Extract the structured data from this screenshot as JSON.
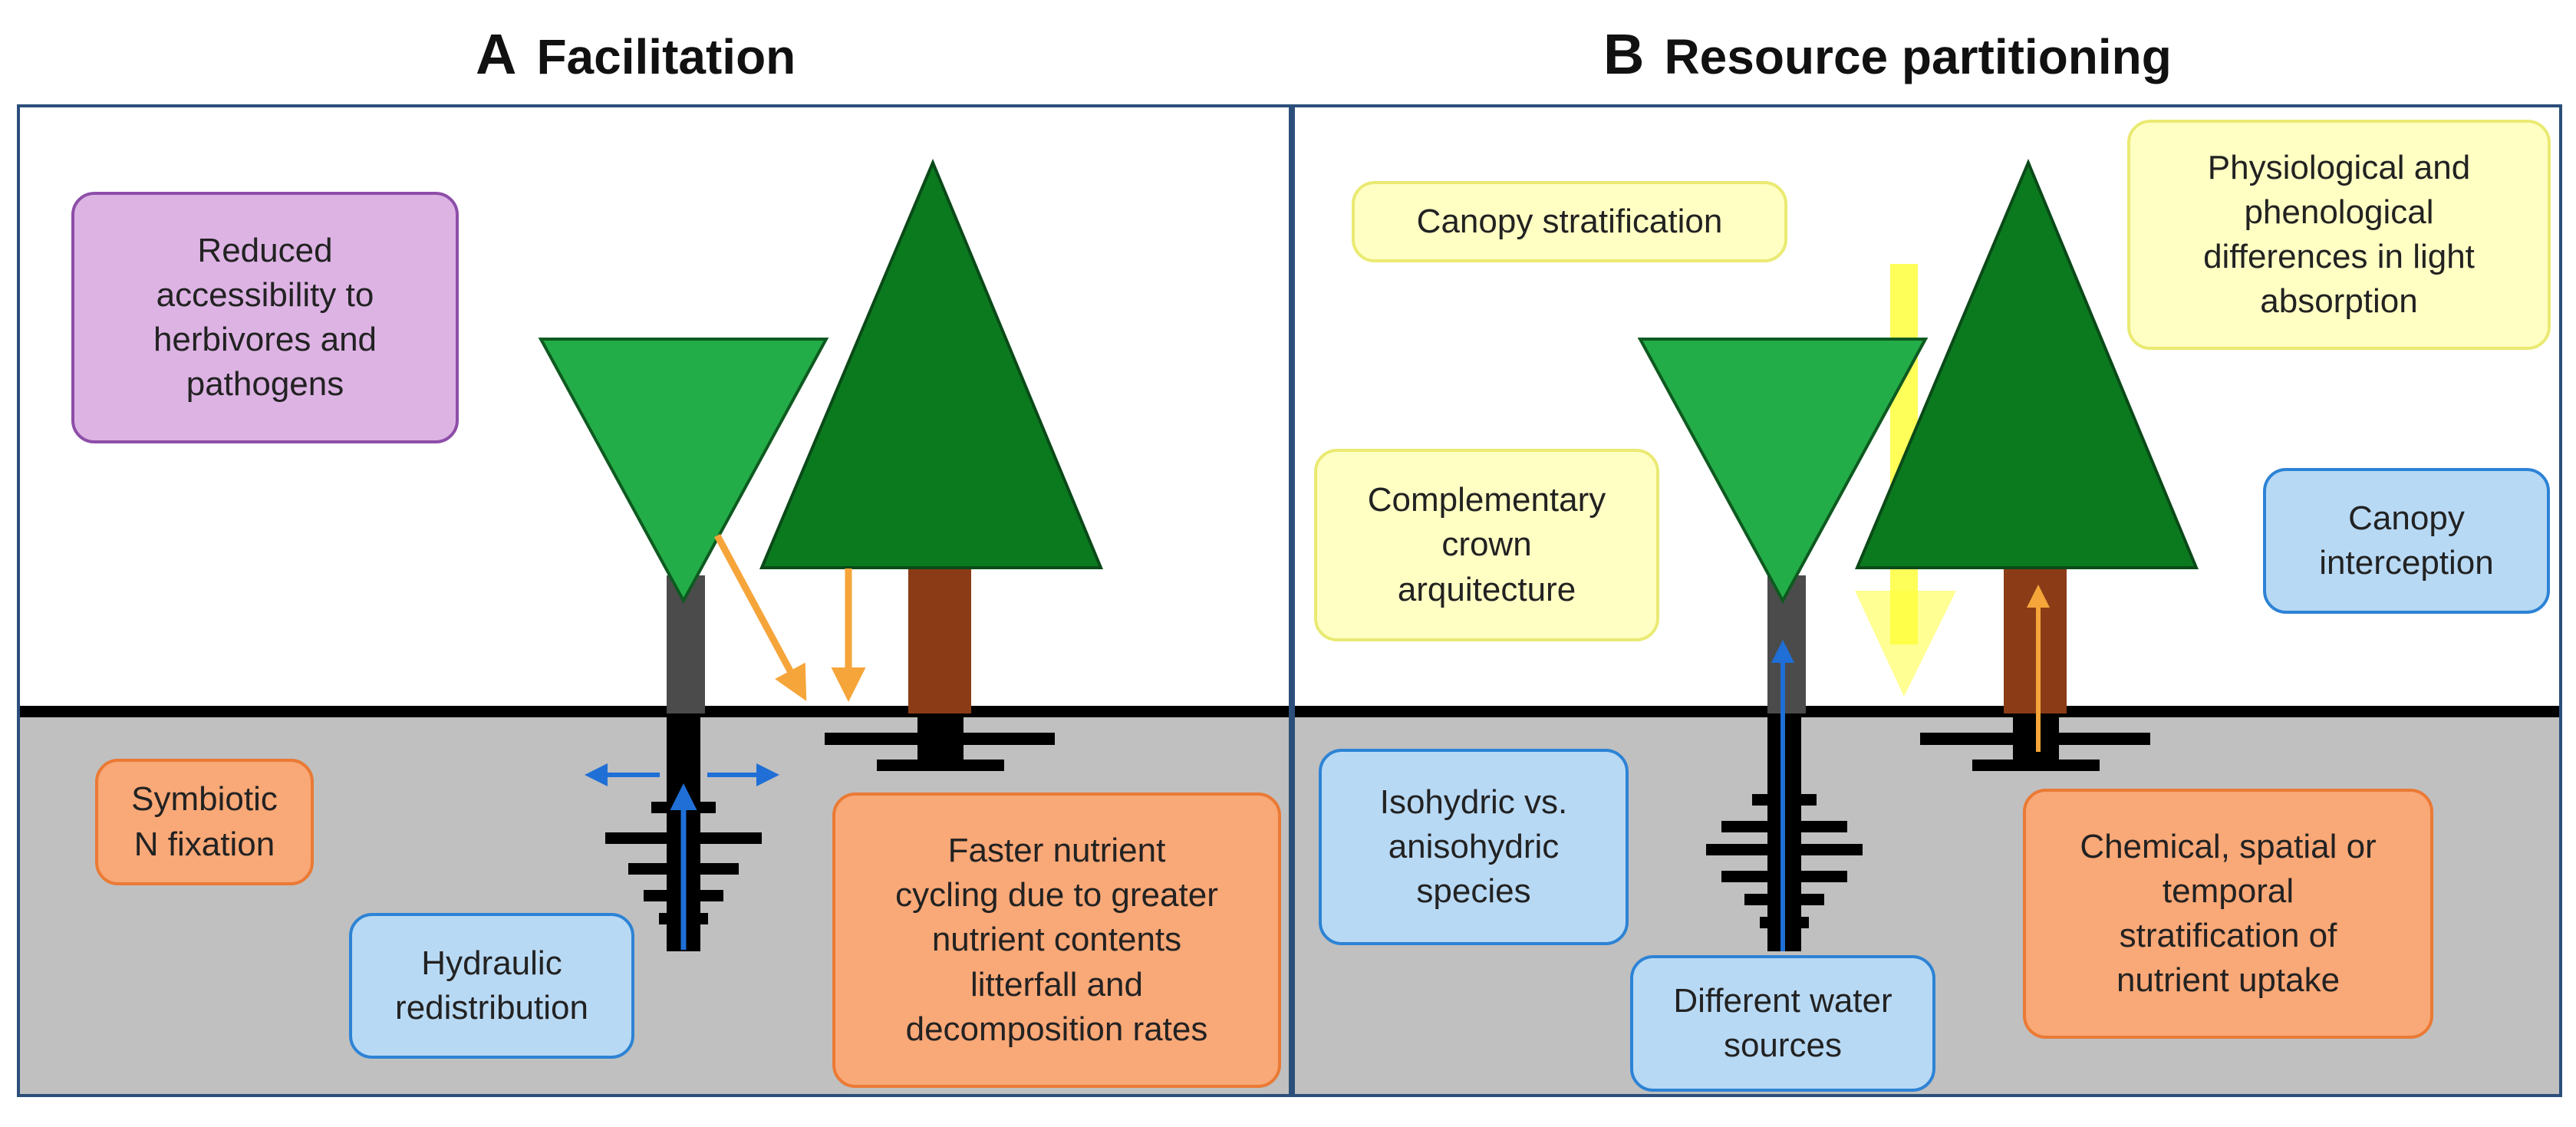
{
  "panels": {
    "a": {
      "letter": "A",
      "title": "Facilitation"
    },
    "b": {
      "letter": "B",
      "title": "Resource partitioning"
    }
  },
  "labels": {
    "reduced_access": "Reduced\naccessibility to\nherbivores and\npathogens",
    "symbiotic": "Symbiotic\nN fixation",
    "hydraulic": "Hydraulic\nredistribution",
    "faster_nutrient": "Faster nutrient\ncycling due to greater\nnutrient contents\nlitterfall and\ndecomposition rates",
    "canopy_strat": "Canopy stratification",
    "physio": "Physiological and\nphenological\ndifferences in light\nabsorption",
    "complementary": "Complementary\ncrown\narquitecture",
    "canopy_intercept": "Canopy\ninterception",
    "isohydric": "Isohydric vs.\nanisohydric\nspecies",
    "water_sources": "Different water\nsources",
    "chemical": "Chemical, spatial or\ntemporal\nstratification of\nnutrient uptake"
  },
  "colors": {
    "ground": "#c0c0c0",
    "border": "#2b4f7a",
    "conifer_green": "#0b7a1f",
    "broadleaf_green": "#23ad48",
    "trunk_brown": "#8b3c16",
    "trunk_grey": "#4b4b4b",
    "arrow_orange": "#f6a53a",
    "arrow_blue": "#1f6fd6",
    "light_arrow": "#ffff3c"
  }
}
